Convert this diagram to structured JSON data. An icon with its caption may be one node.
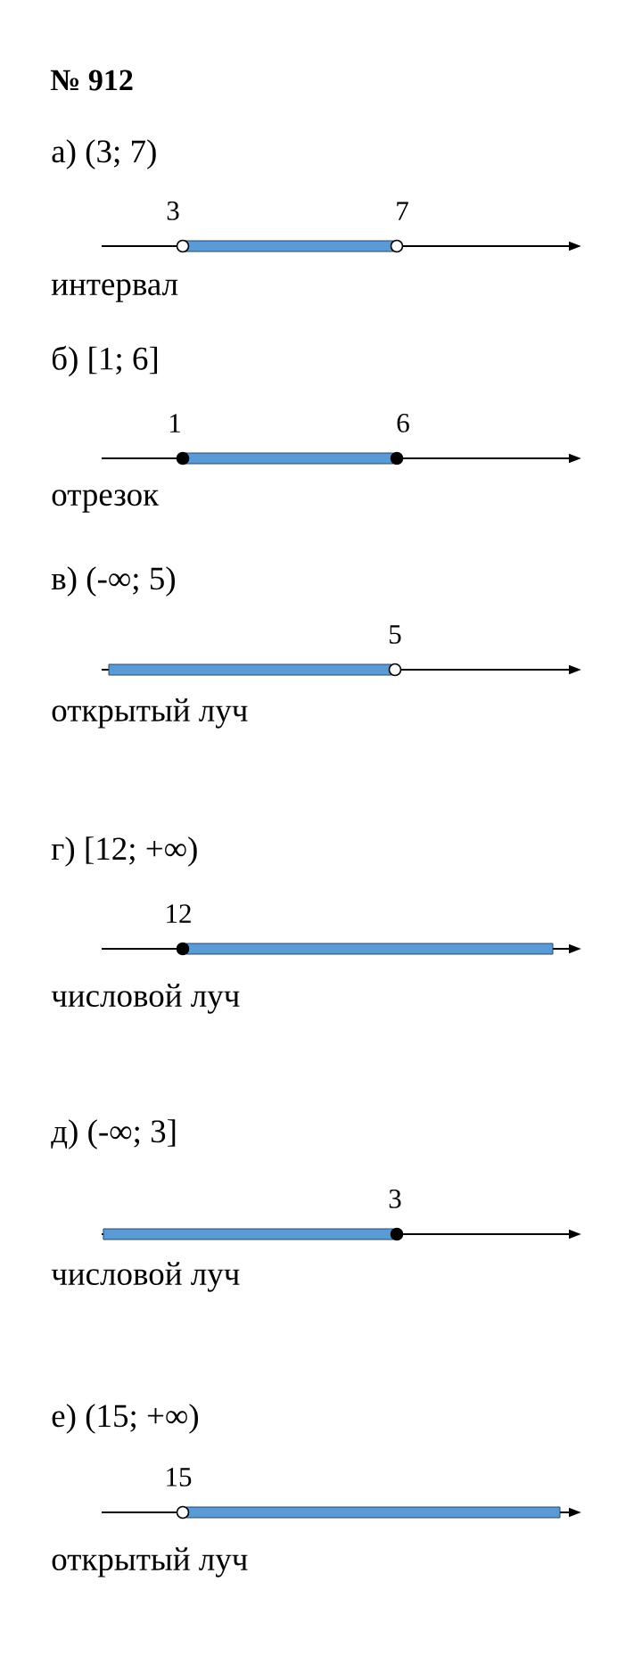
{
  "diagram": {
    "title": "№ 912",
    "labels": [
      "а) (3; 7)",
      "3",
      "7",
      "интервал",
      "б) [1; 6]",
      "1",
      "6",
      "отрезок",
      "в) (-∞; 5)",
      "5",
      "открытый луч",
      "г) [12; +∞)",
      "12",
      "числовой луч",
      "д) (-∞; 3]",
      "3",
      "числовой луч",
      "е) (15; +∞)",
      "15",
      "открытый луч"
    ]
  }
}
